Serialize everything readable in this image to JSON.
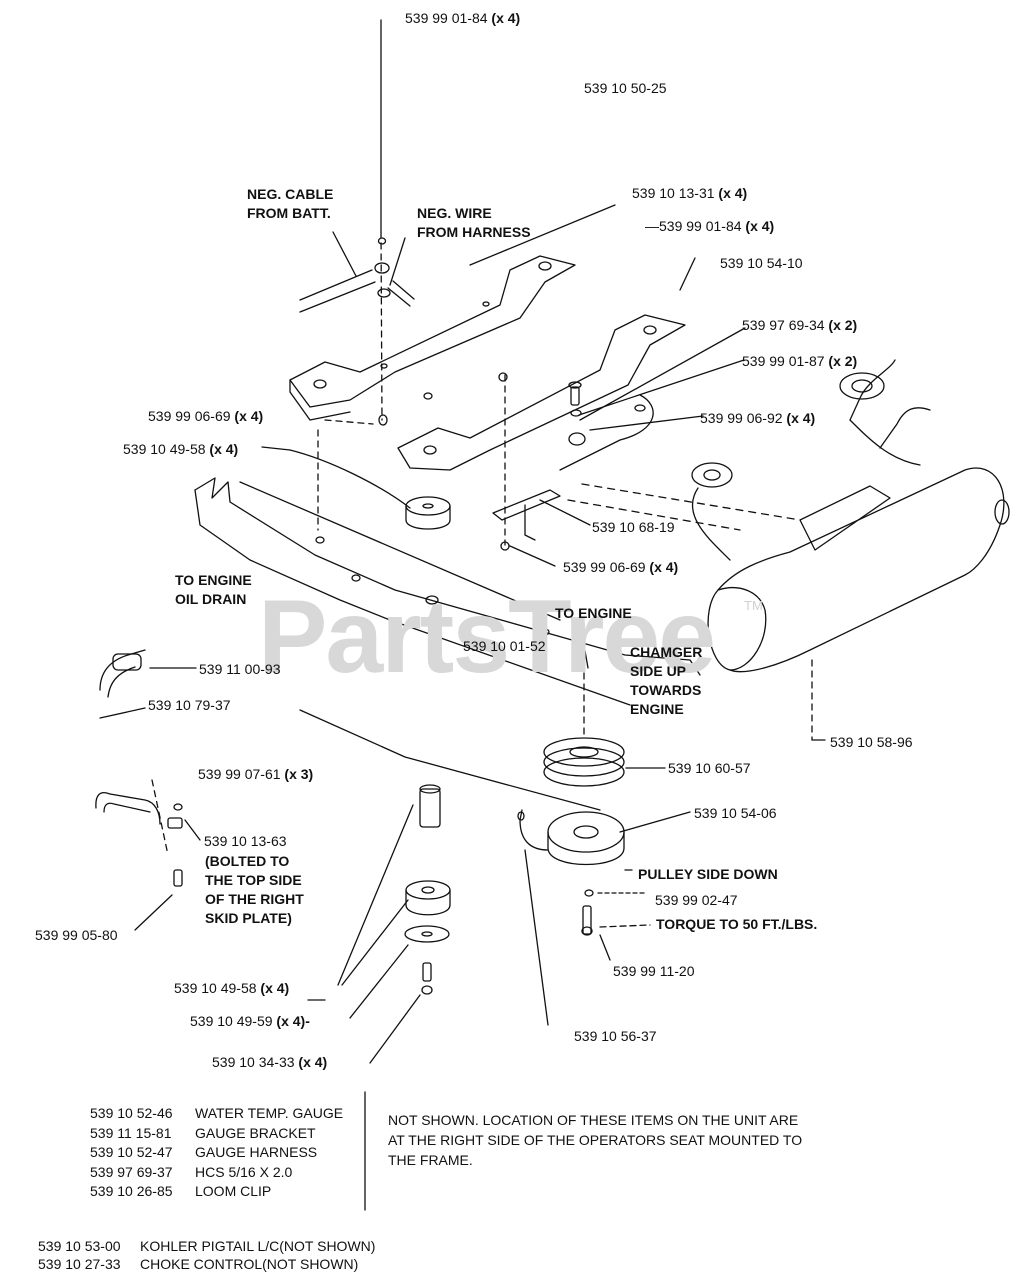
{
  "watermark": "PartsTree",
  "watermark_mark": "TM",
  "labels": {
    "l01": {
      "pn": "539 99 01-84",
      "qty": "(x 4)"
    },
    "l02": {
      "pn": "539 10 50-25",
      "qty": ""
    },
    "l03": {
      "pn": "539 10 13-31",
      "qty": "(x 4)"
    },
    "l04": {
      "pn": "—539 99 01-84",
      "qty": "(x 4)"
    },
    "l05": {
      "pn": "539 10 54-10",
      "qty": ""
    },
    "l06": {
      "pn": "539 97 69-34",
      "qty": "(x 2)"
    },
    "l07": {
      "pn": "539 99 01-87",
      "qty": "(x 2)"
    },
    "l08": {
      "pn": "539 99 06-92",
      "qty": "(x 4)"
    },
    "l09": {
      "pn": "539 99 06-69",
      "qty": "(x 4)"
    },
    "l10": {
      "pn": "539 10 49-58",
      "qty": "(x 4)"
    },
    "l11": {
      "pn": "539 10 68-19",
      "qty": ""
    },
    "l12": {
      "pn": "539 99 06-69",
      "qty": "(x 4)"
    },
    "l13": {
      "pn": "539 10 01-52",
      "qty": ""
    },
    "l14": {
      "pn": "539 11 00-93",
      "qty": ""
    },
    "l15": {
      "pn": "539 10 79-37",
      "qty": ""
    },
    "l16": {
      "pn": "539 10 58-96",
      "qty": ""
    },
    "l17": {
      "pn": "539 10 60-57",
      "qty": ""
    },
    "l18": {
      "pn": "539 99 07-61",
      "qty": "(x 3)"
    },
    "l19": {
      "pn": "539 10 13-63",
      "qty": ""
    },
    "l20": {
      "pn": "539 10 54-06",
      "qty": ""
    },
    "l21": {
      "pn": "539 99 02-47",
      "qty": ""
    },
    "l22": {
      "pn": "539 99 05-80",
      "qty": ""
    },
    "l23": {
      "pn": "539 99 11-20",
      "qty": ""
    },
    "l24": {
      "pn": "539 10 49-58",
      "qty": "(x 4)"
    },
    "l25": {
      "pn": "539 10 49-59",
      "qty": "(x 4)-"
    },
    "l26": {
      "pn": "539 10 56-37",
      "qty": ""
    },
    "l27": {
      "pn": "539 10 34-33",
      "qty": "(x 4)"
    }
  },
  "notes": {
    "neg_cable": "NEG. CABLE\nFROM BATT.",
    "neg_wire": "NEG. WIRE\nFROM HARNESS",
    "oil_drain": "TO ENGINE\nOIL DRAIN",
    "to_engine": "TO ENGINE",
    "chamger": "CHAMGER\nSIDE UP\nTOWARDS\nENGINE",
    "bolted": "(BOLTED TO\nTHE TOP SIDE\nOF THE RIGHT\nSKID PLATE)",
    "pulley": "PULLEY SIDE DOWN",
    "torque": "TORQUE TO 50 FT./LBS."
  },
  "parts_table": [
    {
      "pn": "539 10 52-46",
      "desc": "WATER TEMP. GAUGE"
    },
    {
      "pn": "539 11 15-81",
      "desc": "GAUGE BRACKET"
    },
    {
      "pn": "539 10 52-47",
      "desc": "GAUGE HARNESS"
    },
    {
      "pn": "539 97 69-37",
      "desc": "HCS 5/16 X 2.0"
    },
    {
      "pn": "539 10 26-85",
      "desc": "LOOM CLIP"
    }
  ],
  "not_shown_note": "NOT SHOWN. LOCATION OF THESE ITEMS ON THE UNIT ARE AT THE RIGHT SIDE OF THE OPERATORS SEAT MOUNTED TO THE FRAME.",
  "bottom_items": [
    {
      "pn": "539 10 53-00",
      "desc": "KOHLER PIGTAIL L/C(NOT SHOWN)"
    },
    {
      "pn": "539 10 27-33",
      "desc": "CHOKE CONTROL(NOT SHOWN)"
    }
  ]
}
